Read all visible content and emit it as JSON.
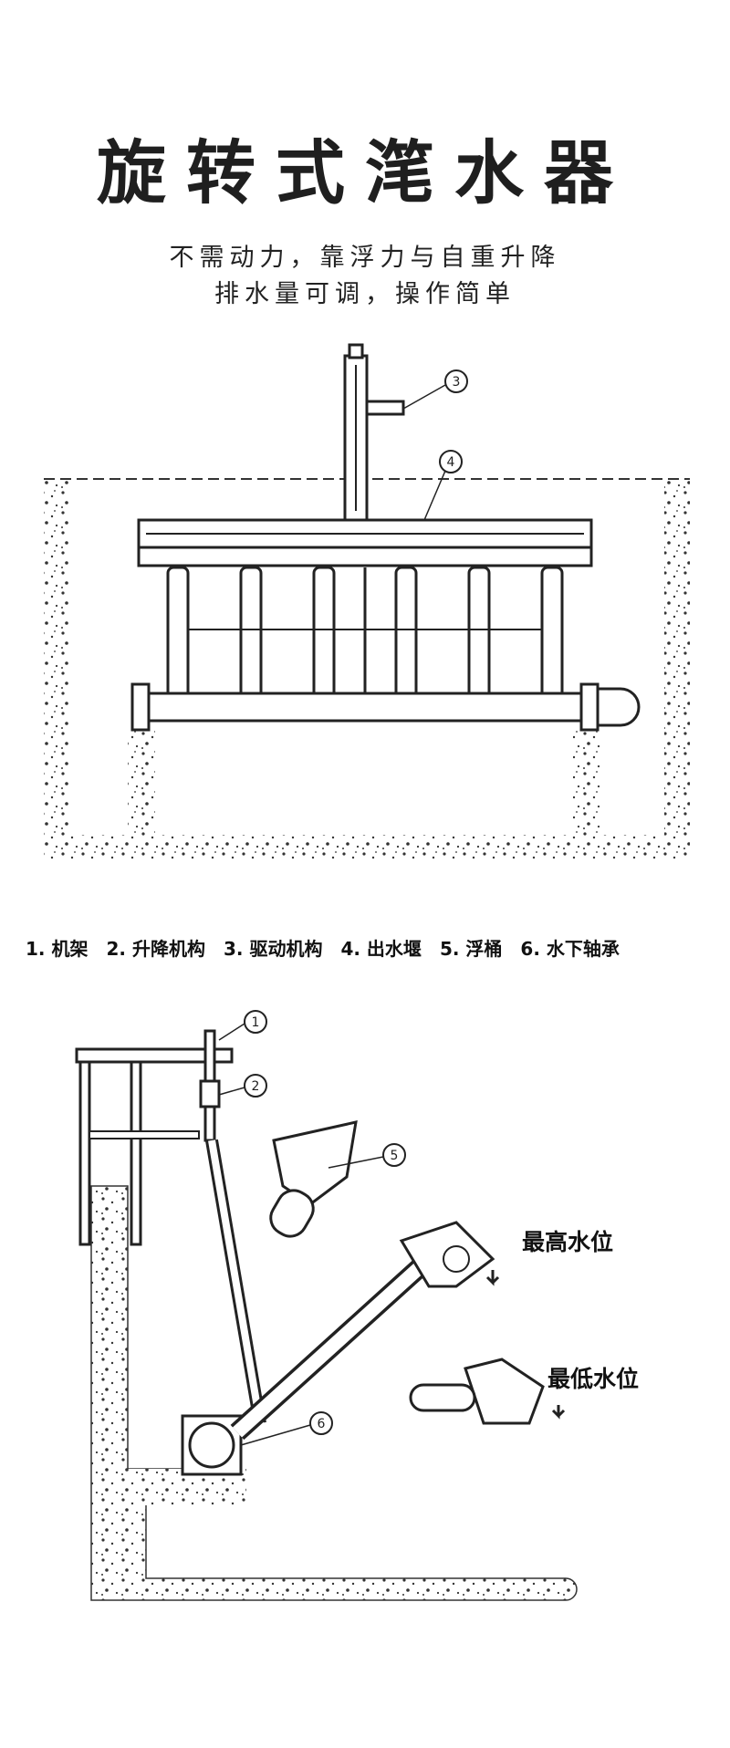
{
  "title": "旋转式滗水器",
  "subtitle_line1": "不需动力，靠浮力与自重升降",
  "subtitle_line2": "排水量可调，操作简单",
  "legend": [
    "1. 机架",
    "2. 升降机构",
    "3. 驱动机构",
    "4. 出水堰",
    "5. 浮桶",
    "6. 水下轴承"
  ],
  "front_view_callouts": [
    "3",
    "4"
  ],
  "side_view_callouts": [
    "1",
    "2",
    "5",
    "6"
  ],
  "water_levels": {
    "highest": "最高水位",
    "lowest": "最低水位"
  }
}
